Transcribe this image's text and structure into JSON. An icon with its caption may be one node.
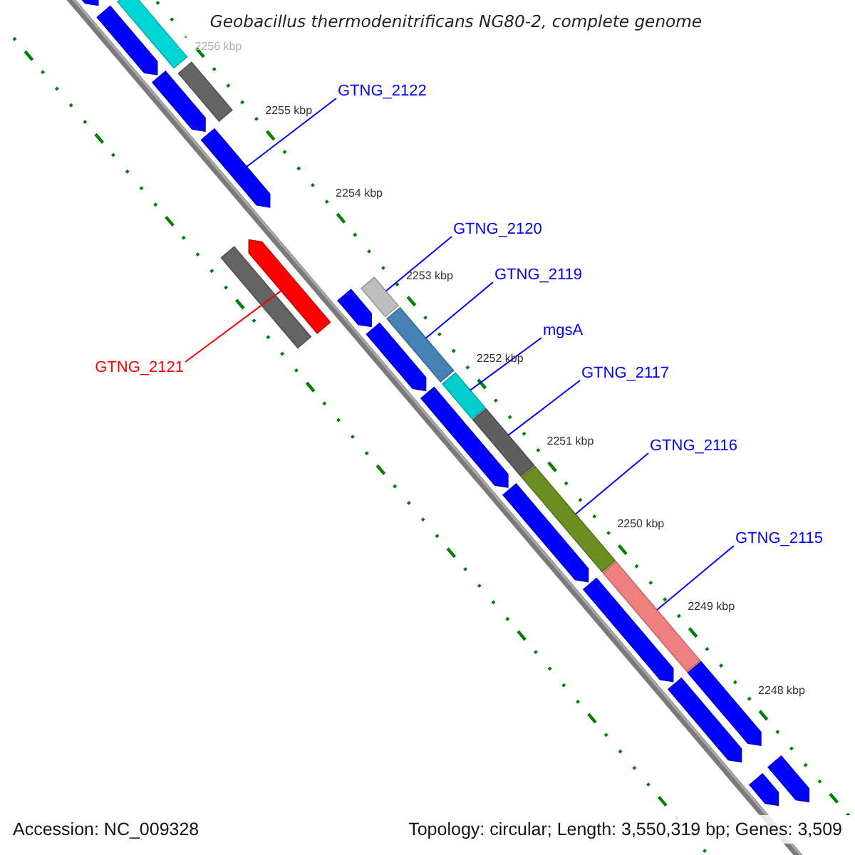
{
  "diagram": {
    "title": "Geobacillus thermodenitrificans NG80-2, complete genome",
    "nodes": [
      {
        "text": [
          "GTNG_2122"
        ]
      },
      {
        "text": [
          "GTNG_2120"
        ]
      },
      {
        "text": [
          "GTNG_2119"
        ]
      },
      {
        "text": [
          "mgsA"
        ]
      },
      {
        "text": [
          "GTNG_2121"
        ]
      },
      {
        "text": [
          "GTNG_2117"
        ]
      },
      {
        "text": [
          "GTNG_2116"
        ]
      },
      {
        "text": [
          "GTNG_2115"
        ]
      },
      {
        "text": [],
        "shape": "pentagon"
      },
      {
        "text": [],
        "shape": "bar"
      },
      {
        "text": [],
        "shape": "pentagon"
      },
      {
        "text": [],
        "shape": "pentagon"
      },
      {
        "text": [],
        "shape": "bar"
      },
      {
        "text": [],
        "shape": "pentagon"
      },
      {
        "text": [],
        "shape": "bar"
      },
      {
        "text": [],
        "shape": "pentagon"
      },
      {
        "text": [],
        "shape": "pentagon"
      },
      {
        "text": [],
        "shape": "bar"
      },
      {
        "text": [],
        "shape": "pentagon"
      },
      {
        "text": [],
        "shape": "bar"
      },
      {
        "text": [],
        "shape": "pentagon"
      },
      {
        "text": [],
        "shape": "bar"
      },
      {
        "text": [],
        "shape": "bar"
      },
      {
        "text": [],
        "shape": "pentagon"
      },
      {
        "text": [],
        "shape": "bar"
      },
      {
        "text": [],
        "shape": "pentagon"
      },
      {
        "text": [],
        "shape": "bar"
      },
      {
        "text": [],
        "shape": "pentagon"
      },
      {
        "text": [],
        "shape": "pentagon"
      },
      {
        "text": [],
        "shape": "pentagon"
      },
      {
        "text": [],
        "shape": "pentagon"
      }
    ],
    "edges": [
      {
        "from": 0,
        "to": 13,
        "arrow": "none"
      },
      {
        "from": 1,
        "to": 17,
        "arrow": "none"
      },
      {
        "from": 2,
        "to": 19,
        "arrow": "none"
      },
      {
        "from": 3,
        "to": 21,
        "arrow": "none"
      },
      {
        "from": 4,
        "to": 15,
        "arrow": "none",
        "color": "#ff0000"
      },
      {
        "from": 5,
        "to": 22,
        "arrow": "none"
      },
      {
        "from": 6,
        "to": 24,
        "arrow": "none"
      },
      {
        "from": 7,
        "to": 26,
        "arrow": "none"
      }
    ],
    "labels": [
      "2256 kbp",
      "2255 kbp",
      "2254 kbp",
      "2253 kbp",
      "2252 kbp",
      "2251 kbp",
      "2250 kbp",
      "2249 kbp",
      "2248 kbp",
      "Accession: NC_009328",
      "Topology: circular; Length: 3,550,319 bp; Genes: 3,509"
    ]
  }
}
